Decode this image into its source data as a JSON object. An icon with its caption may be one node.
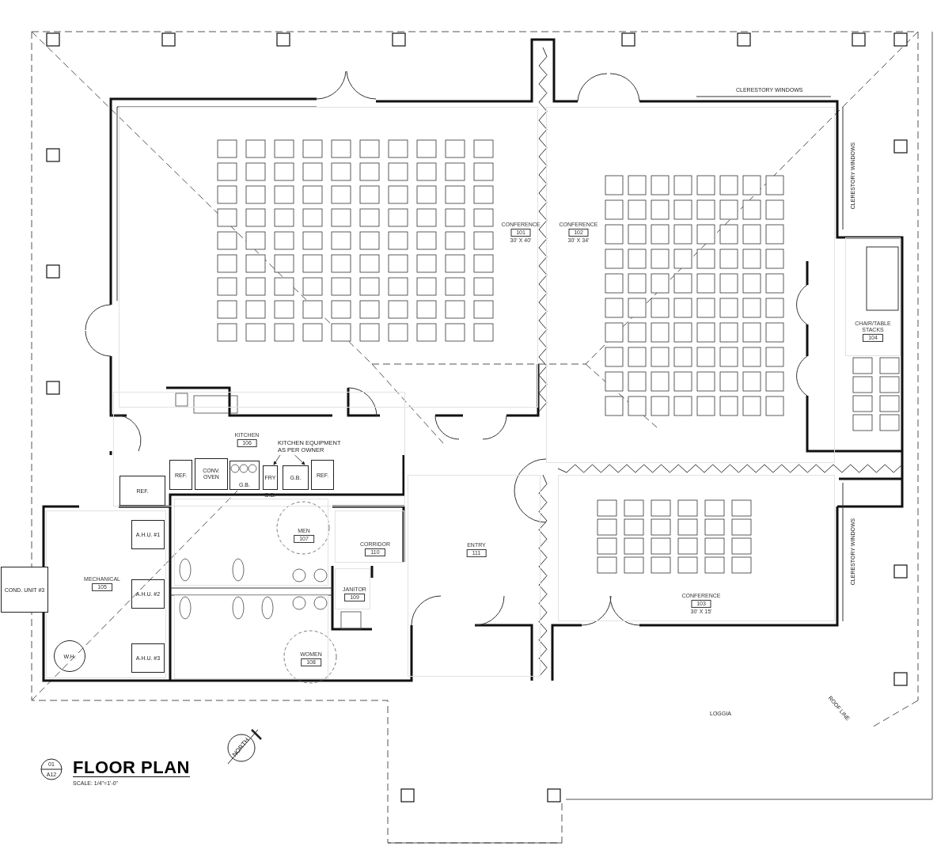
{
  "diagram": {
    "title": "FLOOR PLAN",
    "nodes": [
      {
        "text": [
          "CONFERENCE",
          "101",
          "30' X 40'"
        ]
      },
      {
        "text": [
          "CONFERENCE",
          "102",
          "30' X 34'"
        ]
      },
      {
        "text": [
          "CHAIR/TABLE STACKS",
          "104"
        ]
      },
      {
        "text": [
          "KITCHEN",
          "106"
        ]
      },
      {
        "text": [
          "KITCHEN EQUIPMENT AS PER OWNER"
        ],
        "in": 3
      },
      {
        "text": [
          "REF."
        ],
        "in": 3
      },
      {
        "text": [
          "REF."
        ],
        "in": 3
      },
      {
        "text": [
          "CONV. OVEN"
        ],
        "in": 3
      },
      {
        "text": [
          "G.B."
        ],
        "in": 3
      },
      {
        "text": [
          "FRY"
        ],
        "in": 3,
        "beside": [
          "G.B."
        ]
      },
      {
        "text": [
          "G.B."
        ],
        "in": 3
      },
      {
        "text": [
          "REF."
        ],
        "in": 3
      },
      {
        "text": [
          "MEN",
          "107"
        ]
      },
      {
        "text": [
          "CORRIDOR",
          "110"
        ]
      },
      {
        "text": [
          "ENTRY",
          "111"
        ]
      },
      {
        "text": [
          "MECHANICAL",
          "105"
        ]
      },
      {
        "text": [
          "A.H.U. #1"
        ],
        "in": 15
      },
      {
        "text": [
          "A.H.U. #2"
        ],
        "in": 15
      },
      {
        "text": [
          "A.H.U. #3"
        ],
        "in": 15
      },
      {
        "text": [
          "W.H."
        ],
        "in": 15
      },
      {
        "text": [
          "COND. UNIT #3"
        ]
      },
      {
        "text": [
          "JANITOR",
          "109"
        ]
      },
      {
        "text": [
          "CONFERENCE",
          "103",
          "30' X 15'"
        ]
      },
      {
        "text": [
          "WOMEN",
          "108"
        ]
      }
    ],
    "edges": [
      {
        "from": 4,
        "to": 9,
        "arrow": "to"
      },
      {
        "from": 4,
        "to": 10,
        "arrow": "to"
      }
    ],
    "labels": [
      "CLERESTORY WINDOWS",
      "CLERESTORY WINDOWS",
      "CLERESTORY WINDOWS",
      "ROOF LINE",
      "LOGGIA",
      "NORTH",
      "01",
      "A12",
      "SCALE: 1/4\"=1'-0\""
    ]
  }
}
